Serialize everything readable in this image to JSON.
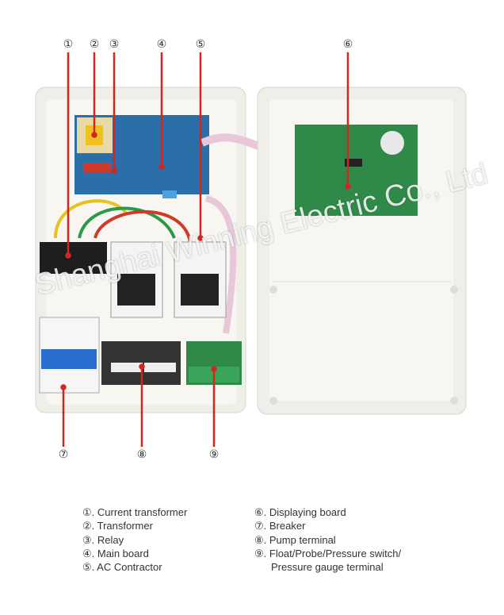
{
  "markers": [
    "①",
    "②",
    "③",
    "④",
    "⑤",
    "⑥",
    "⑦",
    "⑧",
    "⑨"
  ],
  "legend_left": [
    "①. Current transformer",
    "②. Transformer",
    "③. Relay",
    "④. Main board",
    "⑤. AC Contractor"
  ],
  "legend_right": [
    "⑥. Displaying board",
    "⑦. Breaker",
    "⑧. Pump terminal",
    "⑨. Float/Probe/Pressure switch/",
    "Pressure gauge terminal"
  ],
  "watermark": "Shanghai Winning Electric Co., Ltd",
  "colors": {
    "leader": "#d0281e",
    "enclosure": "#f1f0ea",
    "pcb_blue": "#2a6fa8",
    "pcb_green": "#2f8a4a"
  }
}
